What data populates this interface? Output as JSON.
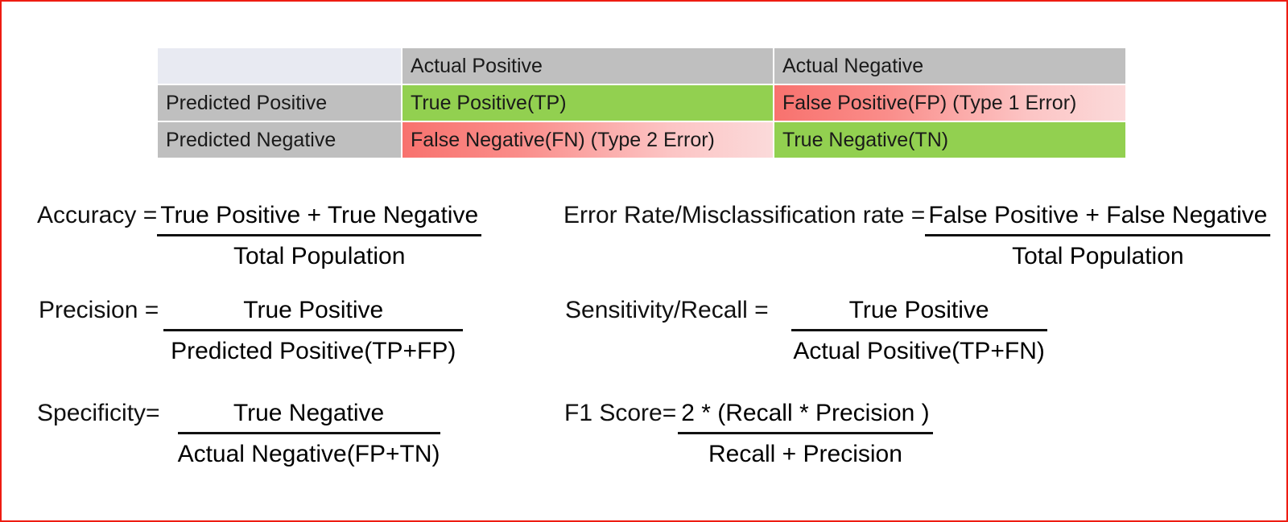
{
  "frame": {
    "border_color": "#ee1c12",
    "background": "#ffffff"
  },
  "palette": {
    "corner": "#e8eaf2",
    "header_gray": "#bfbfbf",
    "correct_green": "#92d050",
    "error_red": "#f8726e",
    "error_red_fade": "#fbdada",
    "text": "#1a1a1a"
  },
  "matrix": {
    "corner_label": "",
    "column_headers": [
      "Actual Positive",
      "Actual Negative"
    ],
    "rows": [
      {
        "header": "Predicted Positive",
        "cells": [
          {
            "text": "True Positive(TP)",
            "kind": "correct"
          },
          {
            "text": "False Positive(FP) (Type 1 Error)",
            "kind": "error"
          }
        ]
      },
      {
        "header": "Predicted Negative",
        "cells": [
          {
            "text": "False Negative(FN) (Type 2 Error)",
            "kind": "error"
          },
          {
            "text": "True Negative(TN)",
            "kind": "correct"
          }
        ]
      }
    ]
  },
  "formulas": {
    "accuracy": {
      "label": "Accuracy =",
      "numerator": "True Positive + True Negative",
      "denominator": "Total Population"
    },
    "error_rate": {
      "label": "Error Rate/Misclassification rate  =",
      "numerator": "False Positive + False Negative",
      "denominator": "Total Population"
    },
    "precision": {
      "label": "Precision =",
      "numerator": "True Positive",
      "denominator": "Predicted Positive(TP+FP)"
    },
    "recall": {
      "label": "Sensitivity/Recall =",
      "numerator": "True Positive",
      "denominator": "Actual Positive(TP+FN)"
    },
    "specificity": {
      "label": "Specificity=",
      "numerator": "True Negative",
      "denominator": "Actual Negative(FP+TN)"
    },
    "f1": {
      "label": "F1 Score=",
      "numerator": "2 * (Recall * Precision )",
      "denominator": "Recall + Precision"
    }
  }
}
